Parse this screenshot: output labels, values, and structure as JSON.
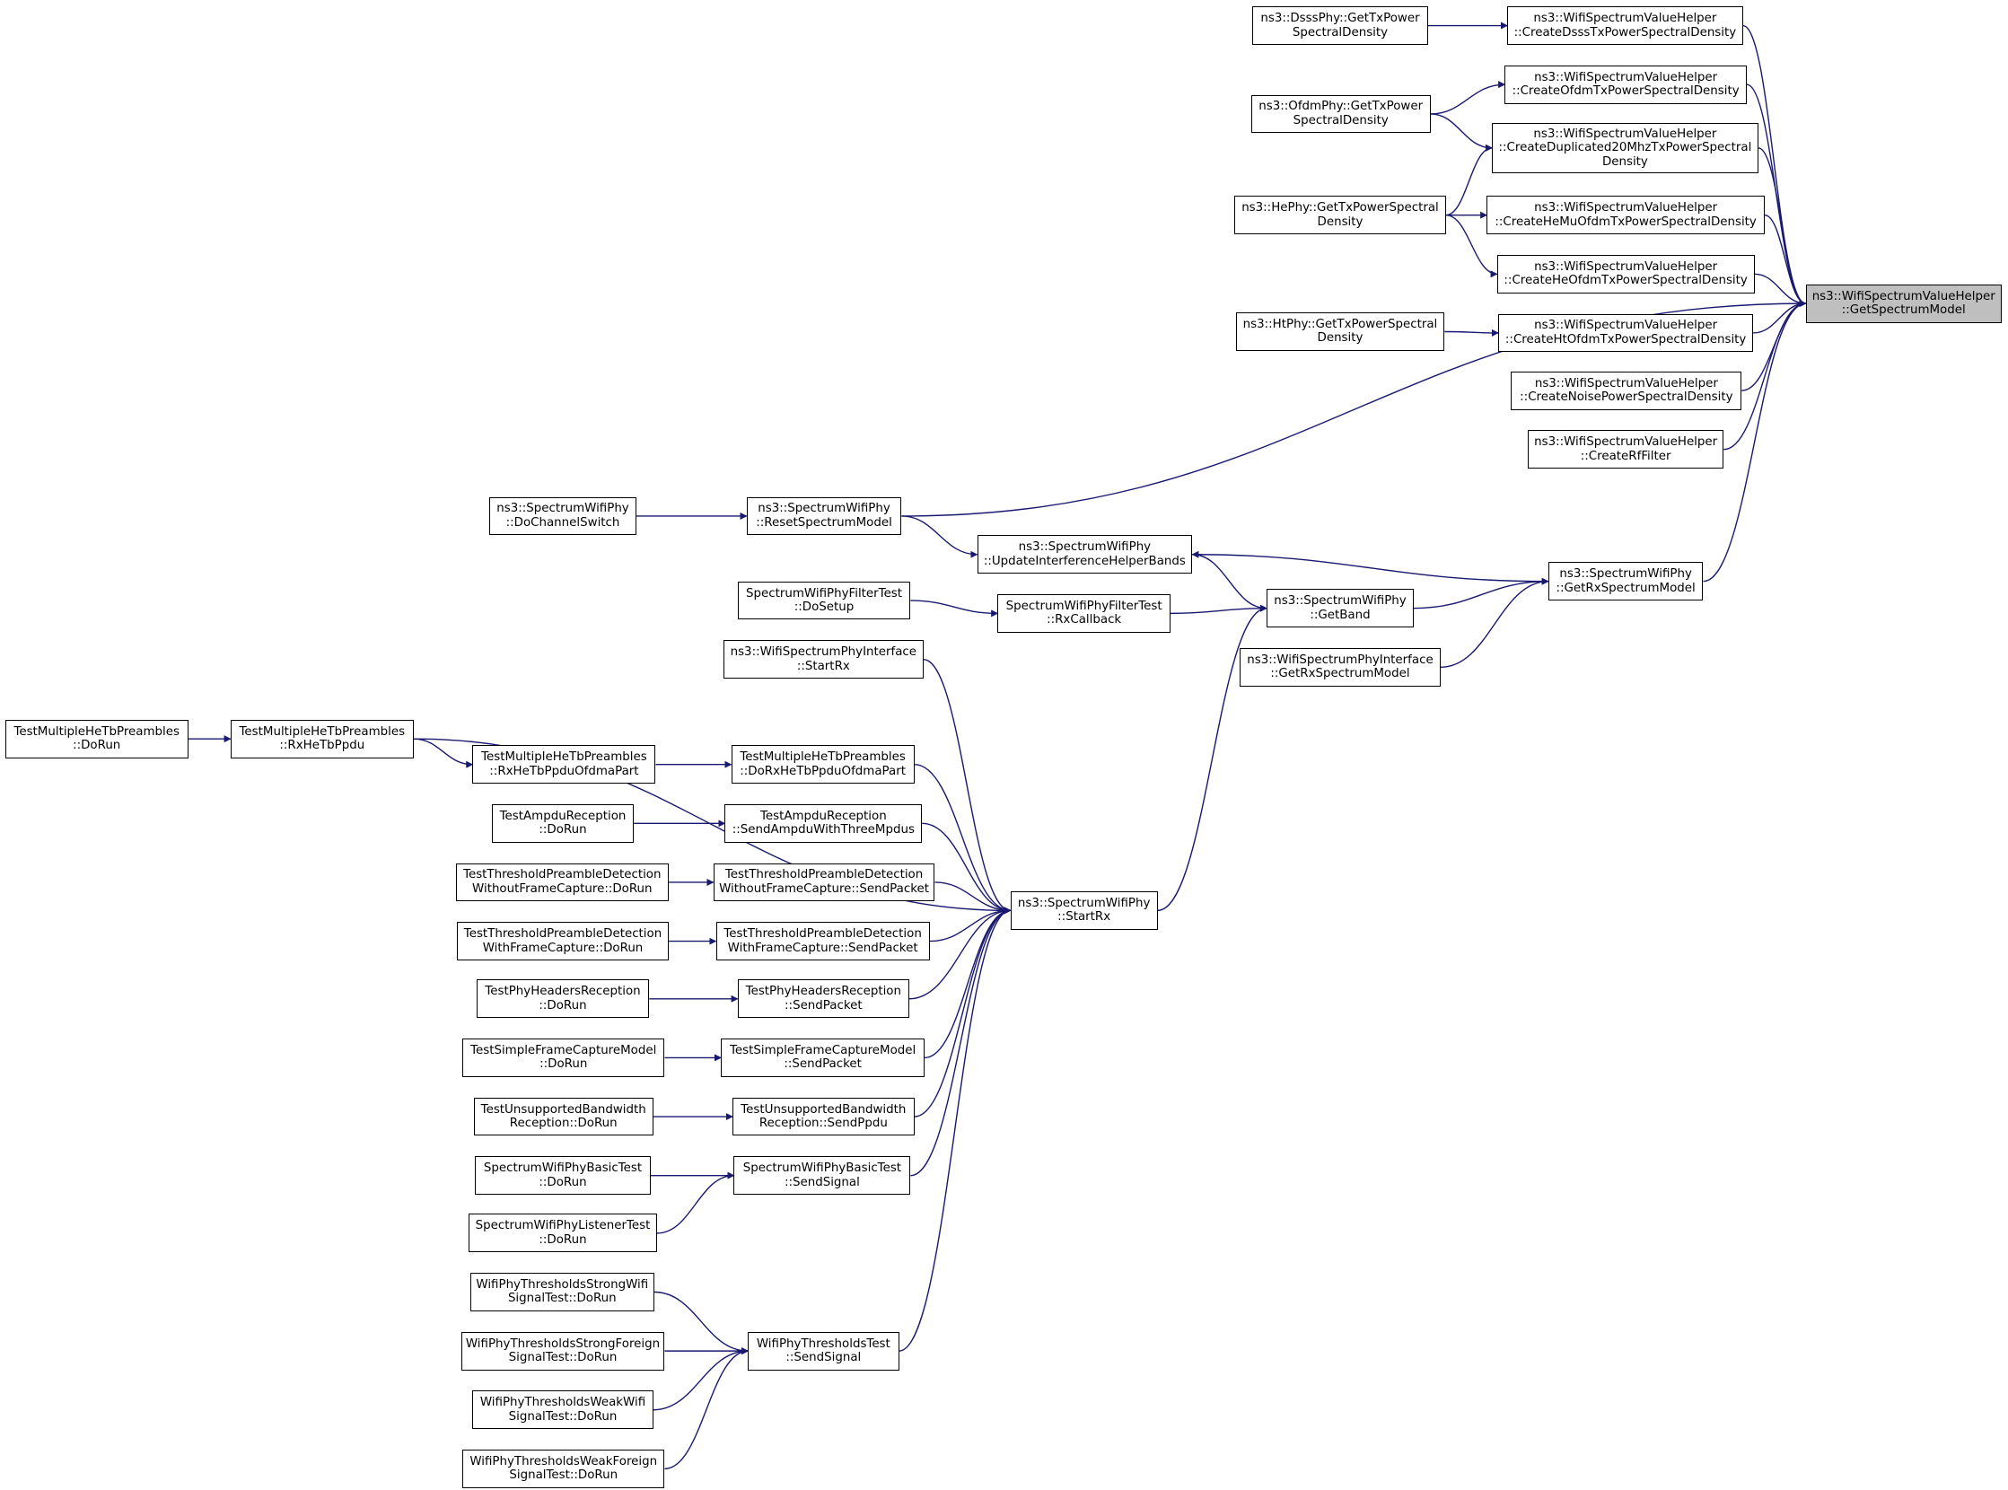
{
  "colors": {
    "edge": "#191970",
    "focus_fill": "#bfbfbf",
    "node_border": "#000000"
  },
  "nodes": [
    {
      "id": "n0",
      "lines": [
        "ns3::WifiSpectrumValueHelper",
        "::GetSpectrumModel"
      ],
      "focus": true
    },
    {
      "id": "n1",
      "lines": [
        "ns3::WifiSpectrumValueHelper",
        "::CreateDsssTxPowerSpectralDensity"
      ]
    },
    {
      "id": "n2",
      "lines": [
        "ns3::WifiSpectrumValueHelper",
        "::CreateOfdmTxPowerSpectralDensity"
      ]
    },
    {
      "id": "n3",
      "lines": [
        "ns3::WifiSpectrumValueHelper",
        "::CreateDuplicated20MhzTxPowerSpectral",
        "Density"
      ]
    },
    {
      "id": "n4",
      "lines": [
        "ns3::WifiSpectrumValueHelper",
        "::CreateHeMuOfdmTxPowerSpectralDensity"
      ]
    },
    {
      "id": "n5",
      "lines": [
        "ns3::WifiSpectrumValueHelper",
        "::CreateHeOfdmTxPowerSpectralDensity"
      ]
    },
    {
      "id": "n6",
      "lines": [
        "ns3::WifiSpectrumValueHelper",
        "::CreateHtOfdmTxPowerSpectralDensity"
      ]
    },
    {
      "id": "n7",
      "lines": [
        "ns3::WifiSpectrumValueHelper",
        "::CreateNoisePowerSpectralDensity"
      ]
    },
    {
      "id": "n8",
      "lines": [
        "ns3::WifiSpectrumValueHelper",
        "::CreateRfFilter"
      ]
    },
    {
      "id": "n9",
      "lines": [
        "ns3::SpectrumWifiPhy",
        "::ResetSpectrumModel"
      ]
    },
    {
      "id": "n10",
      "lines": [
        "ns3::SpectrumWifiPhy",
        "::GetRxSpectrumModel"
      ]
    },
    {
      "id": "n11",
      "lines": [
        "ns3::DsssPhy::GetTxPower",
        "SpectralDensity"
      ]
    },
    {
      "id": "n12",
      "lines": [
        "ns3::OfdmPhy::GetTxPower",
        "SpectralDensity"
      ]
    },
    {
      "id": "n13",
      "lines": [
        "ns3::HePhy::GetTxPowerSpectral",
        "Density"
      ]
    },
    {
      "id": "n14",
      "lines": [
        "ns3::HtPhy::GetTxPowerSpectral",
        "Density"
      ]
    },
    {
      "id": "n15",
      "lines": [
        "ns3::SpectrumWifiPhy",
        "::DoChannelSwitch"
      ]
    },
    {
      "id": "n16",
      "lines": [
        "ns3::SpectrumWifiPhy",
        "::UpdateInterferenceHelperBands"
      ]
    },
    {
      "id": "n17",
      "lines": [
        "ns3::SpectrumWifiPhy",
        "::GetBand"
      ]
    },
    {
      "id": "n18",
      "lines": [
        "ns3::WifiSpectrumPhyInterface",
        "::GetRxSpectrumModel"
      ]
    },
    {
      "id": "n19",
      "lines": [
        "SpectrumWifiPhyFilterTest",
        "::RxCallback"
      ]
    },
    {
      "id": "n20",
      "lines": [
        "ns3::SpectrumWifiPhy",
        "::StartRx"
      ]
    },
    {
      "id": "n21",
      "lines": [
        "SpectrumWifiPhyFilterTest",
        "::DoSetup"
      ]
    },
    {
      "id": "n22",
      "lines": [
        "ns3::WifiSpectrumPhyInterface",
        "::StartRx"
      ]
    },
    {
      "id": "n23",
      "lines": [
        "TestMultipleHeTbPreambles",
        "::RxHeTbPpdu"
      ]
    },
    {
      "id": "n24",
      "lines": [
        "TestMultipleHeTbPreambles",
        "::DoRxHeTbPpduOfdmaPart"
      ]
    },
    {
      "id": "n25",
      "lines": [
        "TestAmpduReception",
        "::SendAmpduWithThreeMpdus"
      ]
    },
    {
      "id": "n26",
      "lines": [
        "TestThresholdPreambleDetection",
        "WithoutFrameCapture::SendPacket"
      ]
    },
    {
      "id": "n27",
      "lines": [
        "TestThresholdPreambleDetection",
        "WithFrameCapture::SendPacket"
      ]
    },
    {
      "id": "n28",
      "lines": [
        "TestPhyHeadersReception",
        "::SendPacket"
      ]
    },
    {
      "id": "n29",
      "lines": [
        "TestSimpleFrameCaptureModel",
        "::SendPacket"
      ]
    },
    {
      "id": "n30",
      "lines": [
        "TestUnsupportedBandwidth",
        "Reception::SendPpdu"
      ]
    },
    {
      "id": "n31",
      "lines": [
        "SpectrumWifiPhyBasicTest",
        "::SendSignal"
      ]
    },
    {
      "id": "n32",
      "lines": [
        "WifiPhyThresholdsTest",
        "::SendSignal"
      ]
    },
    {
      "id": "n33",
      "lines": [
        "TestMultipleHeTbPreambles",
        "::DoRun"
      ]
    },
    {
      "id": "n34",
      "lines": [
        "TestMultipleHeTbPreambles",
        "::RxHeTbPpduOfdmaPart"
      ]
    },
    {
      "id": "n35",
      "lines": [
        "TestAmpduReception",
        "::DoRun"
      ]
    },
    {
      "id": "n36",
      "lines": [
        "TestThresholdPreambleDetection",
        "WithoutFrameCapture::DoRun"
      ]
    },
    {
      "id": "n37",
      "lines": [
        "TestThresholdPreambleDetection",
        "WithFrameCapture::DoRun"
      ]
    },
    {
      "id": "n38",
      "lines": [
        "TestPhyHeadersReception",
        "::DoRun"
      ]
    },
    {
      "id": "n39",
      "lines": [
        "TestSimpleFrameCaptureModel",
        "::DoRun"
      ]
    },
    {
      "id": "n40",
      "lines": [
        "TestUnsupportedBandwidth",
        "Reception::DoRun"
      ]
    },
    {
      "id": "n41",
      "lines": [
        "SpectrumWifiPhyBasicTest",
        "::DoRun"
      ]
    },
    {
      "id": "n42",
      "lines": [
        "SpectrumWifiPhyListenerTest",
        "::DoRun"
      ]
    },
    {
      "id": "n43",
      "lines": [
        "WifiPhyThresholdsStrongWifi",
        "SignalTest::DoRun"
      ]
    },
    {
      "id": "n44",
      "lines": [
        "WifiPhyThresholdsStrongForeign",
        "SignalTest::DoRun"
      ]
    },
    {
      "id": "n45",
      "lines": [
        "WifiPhyThresholdsWeakWifi",
        "SignalTest::DoRun"
      ]
    },
    {
      "id": "n46",
      "lines": [
        "WifiPhyThresholdsWeakForeign",
        "SignalTest::DoRun"
      ]
    }
  ],
  "edges": [
    [
      "n1",
      "n0"
    ],
    [
      "n2",
      "n0"
    ],
    [
      "n3",
      "n0"
    ],
    [
      "n4",
      "n0"
    ],
    [
      "n5",
      "n0"
    ],
    [
      "n6",
      "n0"
    ],
    [
      "n7",
      "n0"
    ],
    [
      "n8",
      "n0"
    ],
    [
      "n9",
      "n0"
    ],
    [
      "n10",
      "n0"
    ],
    [
      "n11",
      "n1"
    ],
    [
      "n12",
      "n2"
    ],
    [
      "n12",
      "n3"
    ],
    [
      "n13",
      "n3"
    ],
    [
      "n13",
      "n4"
    ],
    [
      "n13",
      "n5"
    ],
    [
      "n14",
      "n6"
    ],
    [
      "n15",
      "n9"
    ],
    [
      "n9",
      "n16"
    ],
    [
      "n10",
      "n16"
    ],
    [
      "n17",
      "n10"
    ],
    [
      "n18",
      "n10"
    ],
    [
      "n16",
      "n17"
    ],
    [
      "n19",
      "n17"
    ],
    [
      "n20",
      "n17"
    ],
    [
      "n21",
      "n19"
    ],
    [
      "n22",
      "n20"
    ],
    [
      "n23",
      "n20"
    ],
    [
      "n24",
      "n20"
    ],
    [
      "n25",
      "n20"
    ],
    [
      "n26",
      "n20"
    ],
    [
      "n27",
      "n20"
    ],
    [
      "n28",
      "n20"
    ],
    [
      "n29",
      "n20"
    ],
    [
      "n30",
      "n20"
    ],
    [
      "n31",
      "n20"
    ],
    [
      "n32",
      "n20"
    ],
    [
      "n33",
      "n23"
    ],
    [
      "n23",
      "n34"
    ],
    [
      "n34",
      "n24"
    ],
    [
      "n35",
      "n25"
    ],
    [
      "n36",
      "n26"
    ],
    [
      "n37",
      "n27"
    ],
    [
      "n38",
      "n28"
    ],
    [
      "n39",
      "n29"
    ],
    [
      "n40",
      "n30"
    ],
    [
      "n41",
      "n31"
    ],
    [
      "n42",
      "n31"
    ],
    [
      "n43",
      "n32"
    ],
    [
      "n44",
      "n32"
    ],
    [
      "n45",
      "n32"
    ],
    [
      "n46",
      "n32"
    ]
  ]
}
